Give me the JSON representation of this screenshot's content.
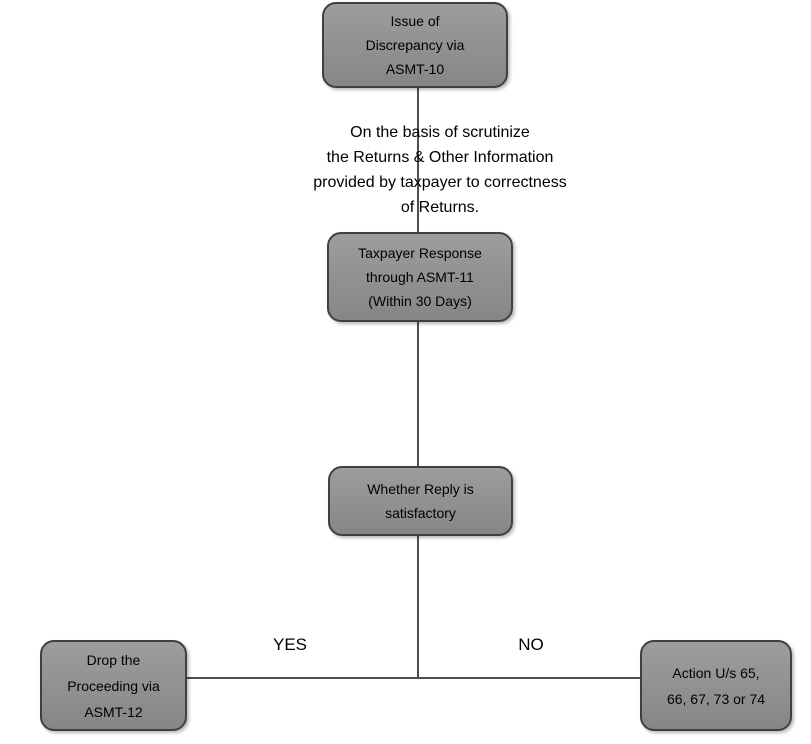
{
  "colors": {
    "background": "#ffffff",
    "node_fill_top": "#9d9d9d",
    "node_fill_bottom": "#868686",
    "node_border": "#404040",
    "connector": "#4f4f4f",
    "text": "#000000"
  },
  "nodes": {
    "issue": {
      "label": "Issue of\nDiscrepancy via\nASMT-10"
    },
    "response": {
      "label": "Taxpayer Response\nthrough ASMT-11\n(Within 30 Days)"
    },
    "decision": {
      "label": "Whether Reply is\nsatisfactory"
    },
    "drop": {
      "label": "Drop the\nProceeding via\nASMT-12"
    },
    "action": {
      "label": "Action U/s 65,\n66, 67, 73 or 74"
    }
  },
  "annotation": {
    "text": "On the basis of scrutinize\nthe Returns & Other Information\nprovided by taxpayer to correctness\nof Returns."
  },
  "branch_labels": {
    "yes": "YES",
    "no": "NO"
  }
}
